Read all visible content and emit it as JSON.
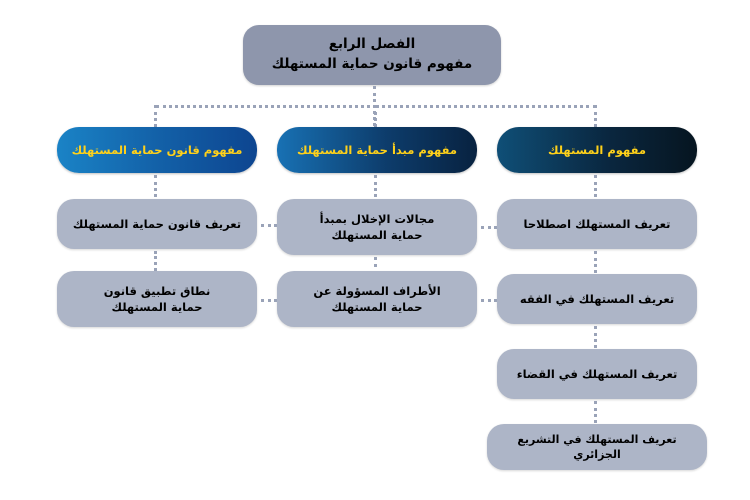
{
  "diagram": {
    "title_box": {
      "line1": "الفصل الرابع",
      "line2": "مفهوم قانون حماية المستهلك"
    },
    "columns": [
      {
        "id": "consumer-concept",
        "header": "مفهوم المستهلك",
        "items": [
          {
            "line1": "تعريف المستهلك اصطلاحا",
            "line2": ""
          },
          {
            "line1": "تعريف المستهلك في الفقه",
            "line2": ""
          },
          {
            "line1": "تعريف المستهلك في القضاء",
            "line2": ""
          },
          {
            "line1": "تعريف المستهلك في التشريع الجزائري",
            "line2": ""
          }
        ]
      },
      {
        "id": "protection-principle-concept",
        "header": "مفهوم مبدأ حماية المستهلك",
        "items": [
          {
            "line1": "مجالات الإخلال بمبدأ",
            "line2": "حماية المستهلك"
          },
          {
            "line1": "الأطراف المسؤولة عن",
            "line2": "حماية المستهلك"
          }
        ]
      },
      {
        "id": "protection-law-concept",
        "header": "مفهوم قانون حماية المستهلك",
        "items": [
          {
            "line1": "تعريف قانون حماية المستهلك",
            "line2": ""
          },
          {
            "line1": "نطاق تطبيق قانون",
            "line2": "حماية المستهلك"
          }
        ]
      }
    ],
    "colors": {
      "page_background": "#ffffff",
      "title_box_fill": "#8e96ac",
      "node_fill": "#adb5c7",
      "node_text": "#000000",
      "header_text": "#ffd11a",
      "connector": "#9aa3b8",
      "header_right_dark": "#061520",
      "header_mid_blue": "#0d3c6b",
      "header_left_blue": "#1361a8"
    }
  }
}
